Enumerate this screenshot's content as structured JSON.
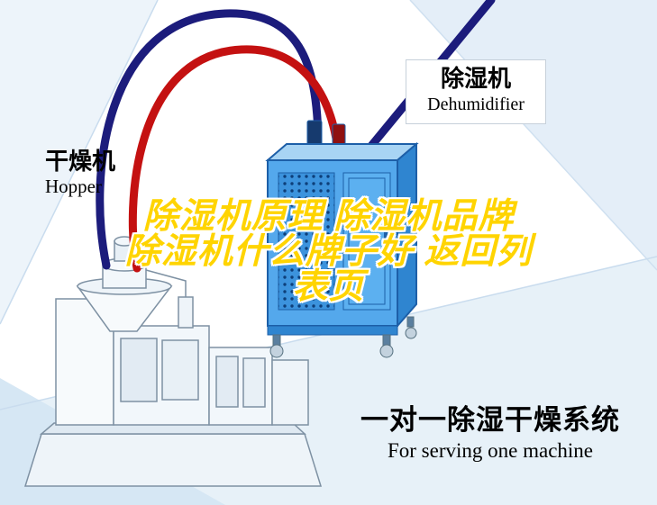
{
  "labels": {
    "dehumidifier": {
      "cn": "除湿机",
      "en": "Dehumidifier"
    },
    "hopper": {
      "cn": "干燥机",
      "en": "Hopper"
    }
  },
  "overlay": {
    "line1": "除湿机原理 除湿机品牌",
    "line2": "除湿机什么牌子好 返回列",
    "line3": "表页"
  },
  "caption": {
    "cn": "一对一除湿干燥系统",
    "en": "For serving one machine"
  },
  "colors": {
    "overlay_text": "#ffd400",
    "overlay_outline": "#ffffff",
    "pipe_red": "#c41111",
    "pipe_navy": "#1c1c7c",
    "machine_blue": "#54a8ec",
    "machine_blue_dark": "#2f85d0",
    "vent_panel_blue": "#3c93dd",
    "label_text": "#000000",
    "background_tint": "#e4eef8"
  }
}
